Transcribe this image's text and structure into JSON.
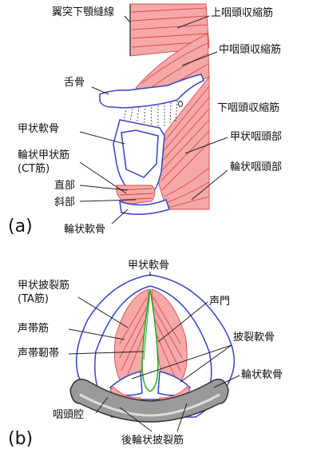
{
  "panel_a": {
    "marker": "(a)",
    "labels": {
      "pterygomandibular_raphe": "翼突下顎縫線",
      "superior_constrictor": "上咽頭収縮筋",
      "middle_constrictor": "中咽頭収縮筋",
      "hyoid": "舌骨",
      "inferior_constrictor": "下咽頭収縮筋",
      "thyroid_cartilage": "甲状軟骨",
      "thyropharyngeal": "甲状咽頭部",
      "cricothyroid_line1": "輪状甲状筋",
      "cricothyroid_line2": "(CT筋)",
      "cricopharyngeal": "輪状咽頭部",
      "straight_part": "直部",
      "oblique_part": "斜部",
      "cricoid_cartilage": "輪状軟骨"
    }
  },
  "panel_b": {
    "marker": "(b)",
    "labels": {
      "thyroid_cartilage": "甲状軟骨",
      "thyroarytenoid_line1": "甲状披裂筋",
      "thyroarytenoid_line2": "(TA筋)",
      "glottis": "声門",
      "vocalis": "声帯筋",
      "arytenoid_cartilage": "披裂軟骨",
      "vocal_ligament": "声帯靭帯",
      "cricoid_cartilage": "輪状軟骨",
      "pharyngeal_cavity": "咽頭腔",
      "posterior_cricoarytenoid": "後輪状披裂筋"
    }
  }
}
